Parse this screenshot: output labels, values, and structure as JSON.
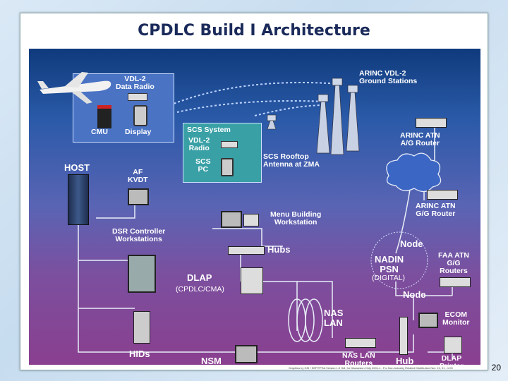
{
  "slide": {
    "title": "CPDLC Build I Architecture",
    "page_number": "20"
  },
  "labels": {
    "vdl2_data_radio": "VDL-2\nData Radio",
    "cmu": "CMU",
    "display": "Display",
    "arinc_vdl2": "ARINC VDL-2\nGround Stations",
    "scs_system": "SCS System",
    "scs_vdl2_radio": "VDL-2\nRadio",
    "scs_pc": "SCS\nPC",
    "scs_rooftop": "SCS Rooftop\nAntenna at ZMA",
    "arinc_atn_ag": "ARINC ATN\nA/G Router",
    "host": "HOST",
    "af_kvdt": "AF\nKVDT",
    "arinc_atn_gg": "ARINC ATN\nG/G Router",
    "menu_building": "Menu Building\nWorkstation",
    "dsr_controller": "DSR Controller\nWorkstations",
    "hubs": "Hubs",
    "node_top": "Node",
    "nadin": "NADIN\nPSN",
    "nadin_digital": "(DIGITAL)",
    "faa_atn": "FAA ATN\nG/G\nRouters",
    "dlap": "DLAP",
    "dlap_sub": "(CPDLC/CMA)",
    "node_bottom": "Node",
    "nas_lan": "NAS\nLAN",
    "ecom_monitor": "ECOM\nMonitor",
    "hids": "HIDs",
    "nsm": "NSM",
    "nas_lan_routers": "NAS LAN\nRouters",
    "hub": "Hub",
    "dlap_printer": "DLAP\nPrinter"
  },
  "footer_text": "Graphics by GSI / SEP/TPSA          Version 1.0           Hdl. for Discussion Only  2001-1 - For Non-Industry Related Distribution         Nov. 21, 01 - 1:00"
}
